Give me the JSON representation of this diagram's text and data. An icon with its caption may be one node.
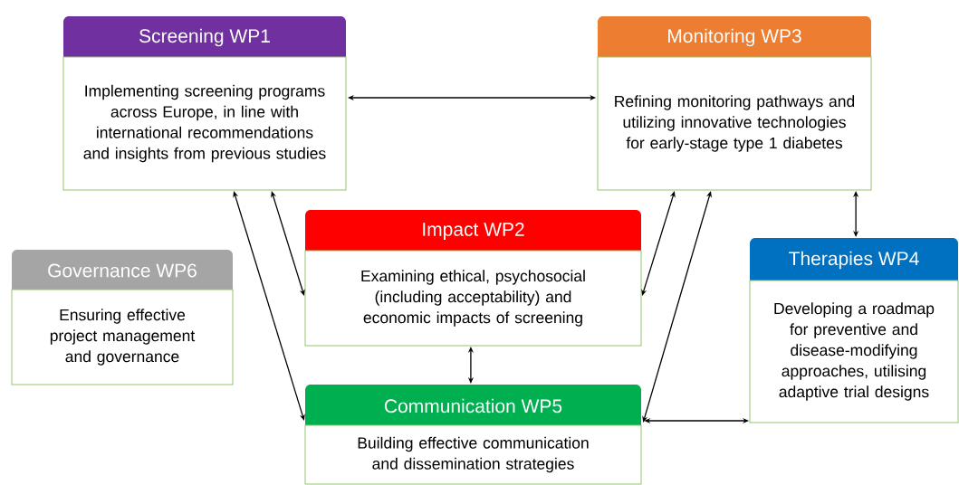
{
  "diagram": {
    "nodes": [
      {
        "text": [
          "Screening WP1",
          "Implementing screening programs across Europe, in line with international recommendations and insights from previous studies"
        ]
      },
      {
        "text": [
          "Monitoring WP3",
          "Refining monitoring pathways and utilizing innovative technologies for early-stage type 1 diabetes"
        ]
      },
      {
        "text": [
          "Impact WP2",
          "Examining ethical, psychosocial (including acceptability) and economic impacts of screening"
        ]
      },
      {
        "text": [
          "Governance WP6",
          "Ensuring effective project management and governance"
        ]
      },
      {
        "text": [
          "Therapies WP4",
          "Developing a roadmap for preventive and disease-modifying approaches, utilising adaptive trial designs"
        ]
      },
      {
        "text": [
          "Communication WP5",
          "Building effective communication and dissemination strategies"
        ]
      }
    ],
    "edges": [
      {
        "from": 0,
        "to": 1,
        "arrow": "both"
      },
      {
        "from": 0,
        "to": 2,
        "arrow": "both"
      },
      {
        "from": 0,
        "to": 5,
        "arrow": "both"
      },
      {
        "from": 1,
        "to": 2,
        "arrow": "both"
      },
      {
        "from": 1,
        "to": 5,
        "arrow": "both"
      },
      {
        "from": 1,
        "to": 4,
        "arrow": "both"
      },
      {
        "from": 2,
        "to": 5,
        "arrow": "both"
      },
      {
        "from": 5,
        "to": 4,
        "arrow": "both"
      }
    ]
  }
}
